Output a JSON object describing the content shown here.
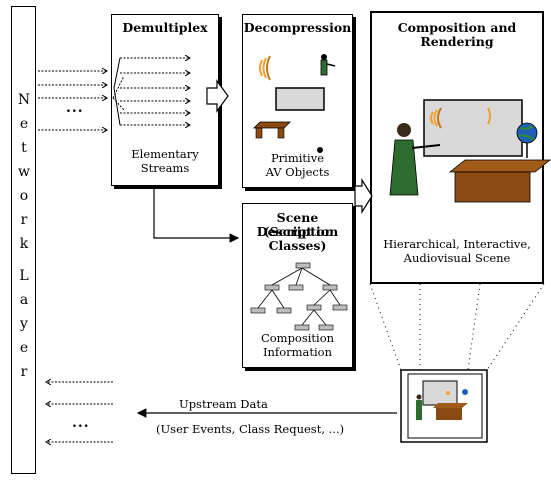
{
  "network_layer": {
    "letters": [
      "N",
      "e",
      "t",
      "w",
      "o",
      "r",
      "k",
      "L",
      "a",
      "y",
      "e",
      "r"
    ]
  },
  "demultiplex": {
    "title": "Demultiplex",
    "label_line1": "Elementary",
    "label_line2": "Streams",
    "ellipsis": "..."
  },
  "decompression": {
    "title": "Decompression",
    "label_line1": "Primitive",
    "label_line2": "AV Objects"
  },
  "scene_description": {
    "title_line1": "Scene Description",
    "title_line2": "(Script or Classes)",
    "label_line1": "Composition",
    "label_line2": "Information"
  },
  "composition": {
    "title_line1": "Composition and",
    "title_line2": "Rendering",
    "label_line1": "Hierarchical, Interactive,",
    "label_line2": "Audiovisual Scene"
  },
  "upstream": {
    "label": "Upstream Data",
    "sublabel": "(User Events, Class Request, ...)",
    "ellipsis": "..."
  },
  "colors": {
    "board": "#d9d9d9",
    "desk": "#8a4a12",
    "figure": "#2e6b2e",
    "sound": "#f0a030",
    "globe": "#1f5fb5"
  }
}
